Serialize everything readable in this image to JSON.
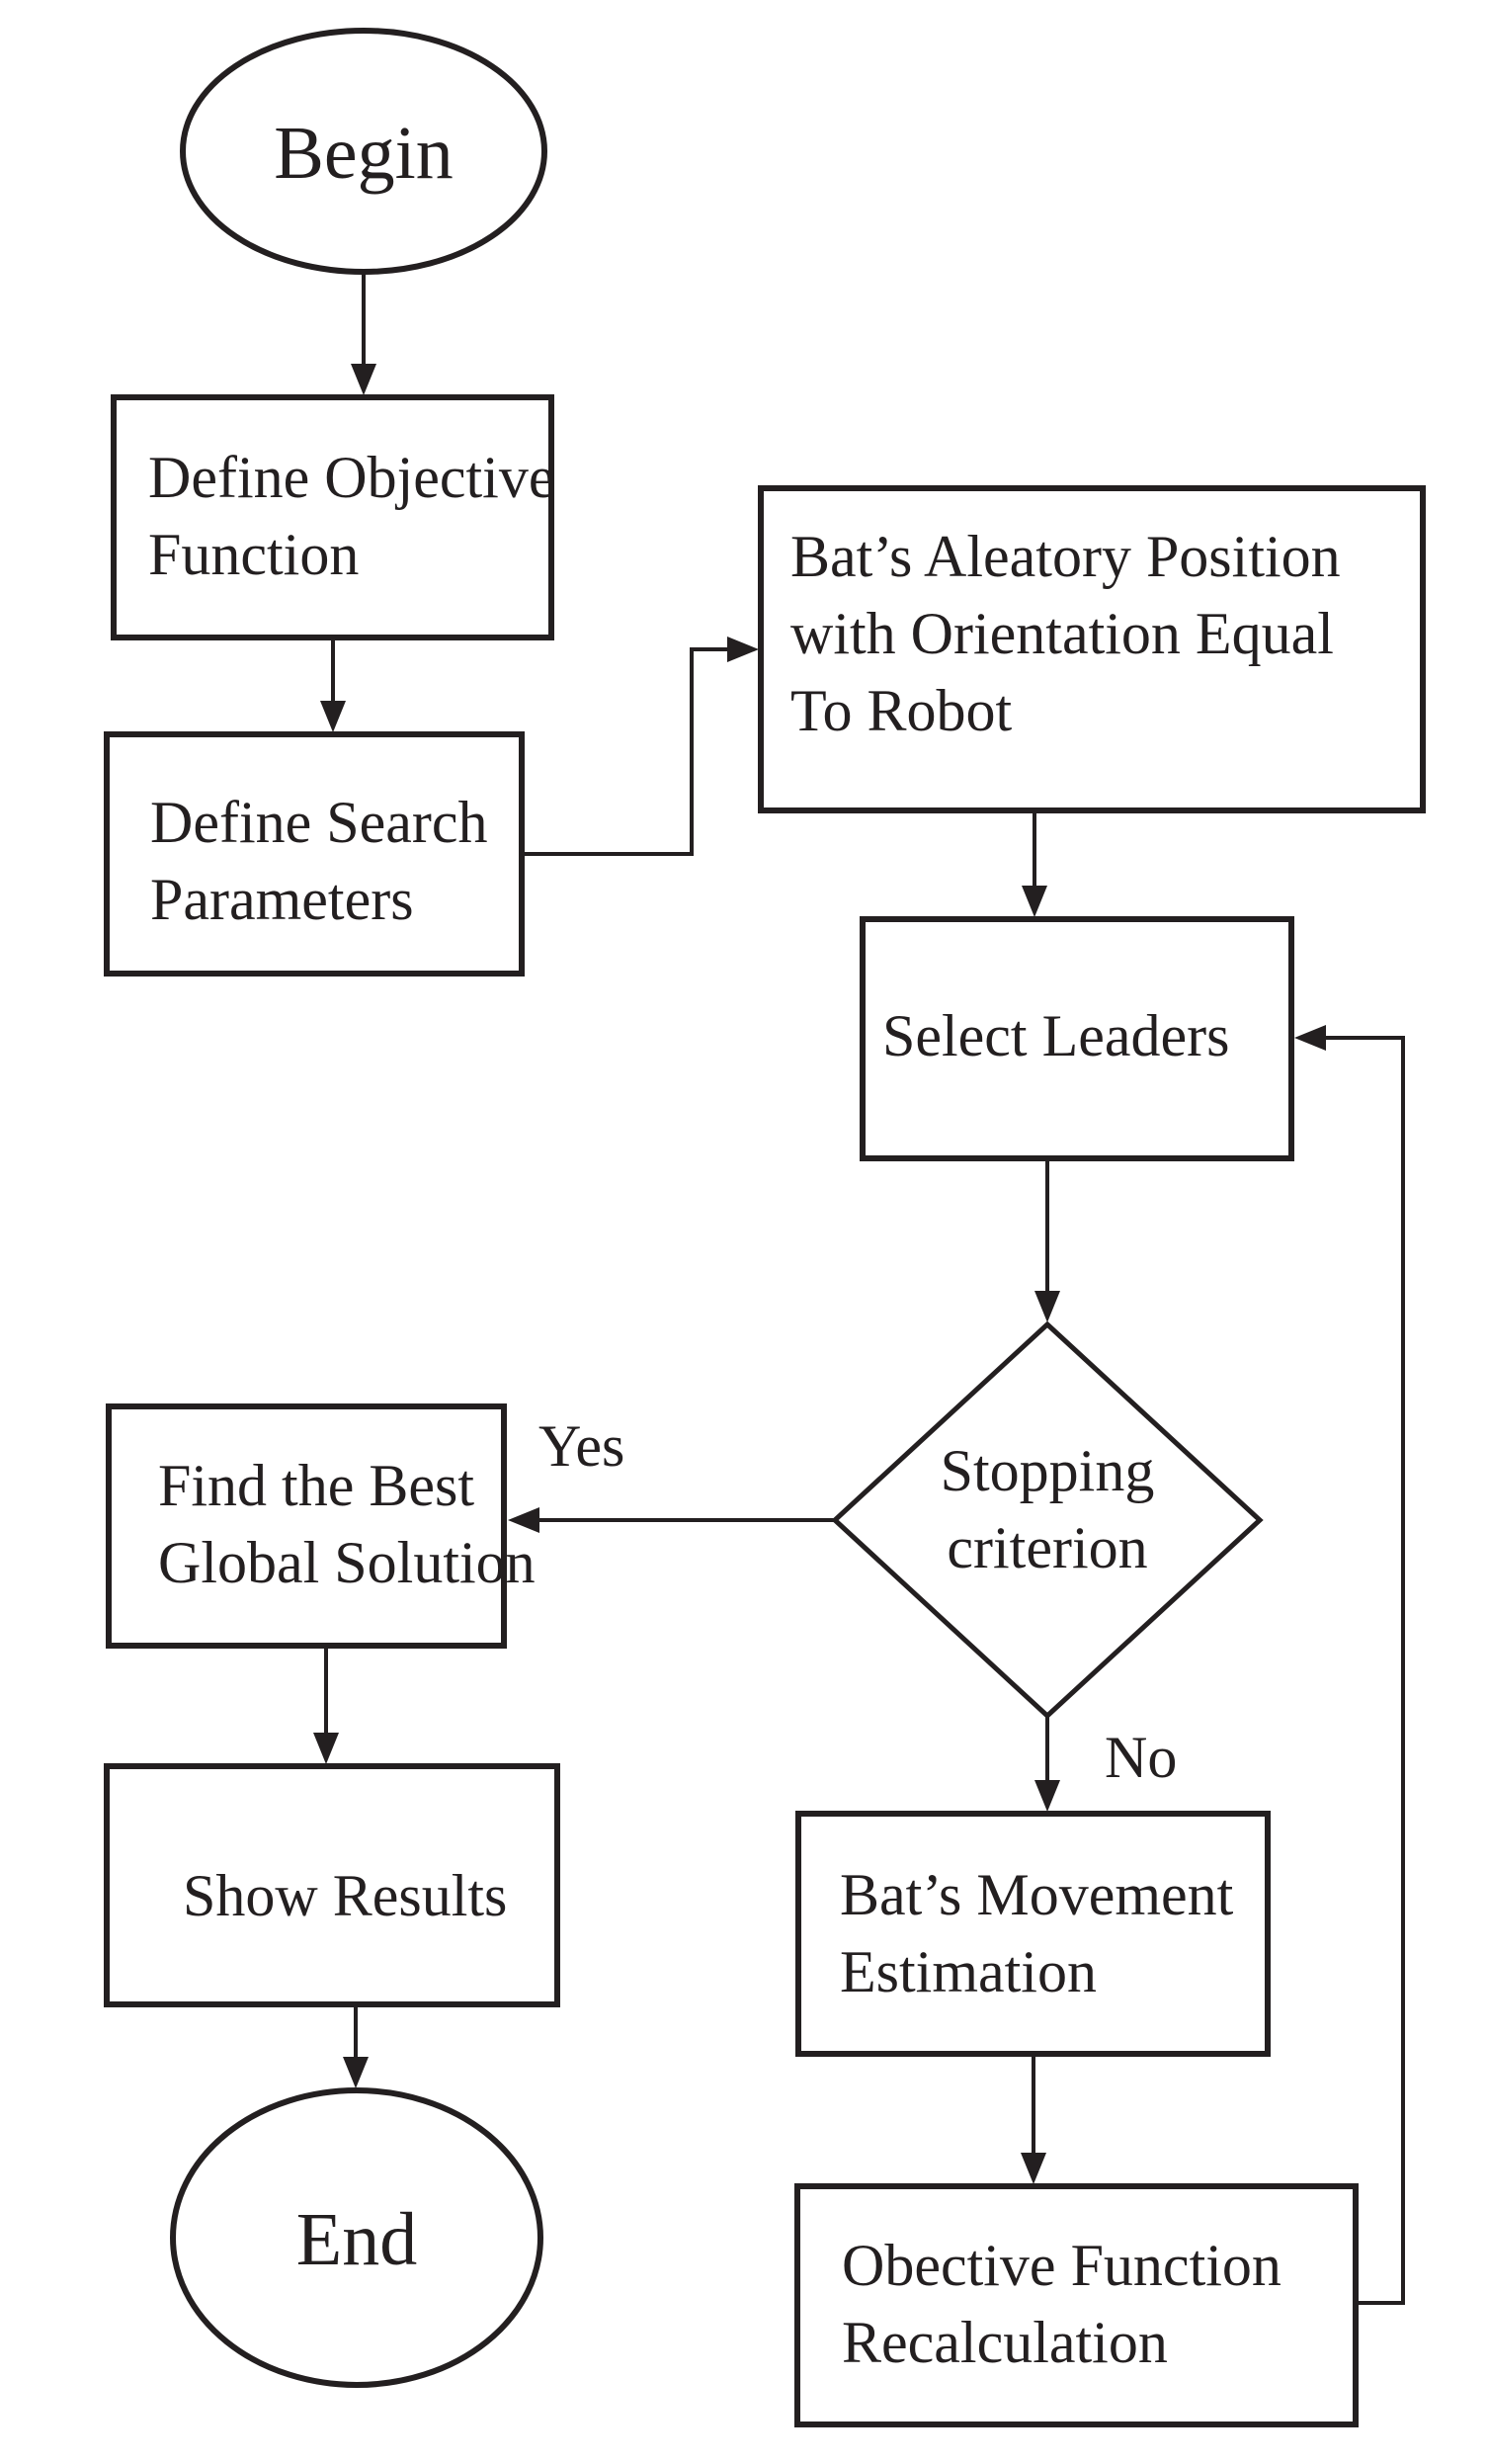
{
  "colors": {
    "stroke": "#231f20",
    "text": "#231f20",
    "background": "#ffffff"
  },
  "nodes": {
    "begin": {
      "type": "terminal",
      "label": "Begin"
    },
    "define_objective": {
      "type": "process",
      "lines": [
        "Define Objective",
        "Function"
      ]
    },
    "define_search": {
      "type": "process",
      "lines": [
        "Define Search",
        "Parameters"
      ]
    },
    "bats_aleatory": {
      "type": "process",
      "lines": [
        "Bat’s Aleatory Position",
        "with Orientation Equal",
        "To Robot"
      ]
    },
    "select_leaders": {
      "type": "process",
      "lines": [
        "Select Leaders"
      ]
    },
    "stopping_criterion": {
      "type": "decision",
      "lines": [
        "Stopping",
        "criterion"
      ]
    },
    "find_best": {
      "type": "process",
      "lines": [
        "Find the Best",
        "Global Solution"
      ]
    },
    "show_results": {
      "type": "process",
      "lines": [
        "Show Results"
      ]
    },
    "end": {
      "type": "terminal",
      "label": "End"
    },
    "bats_movement": {
      "type": "process",
      "lines": [
        "Bat’s Movement",
        "Estimation"
      ]
    },
    "objective_recalc": {
      "type": "process",
      "lines": [
        "Obective Function",
        "Recalculation"
      ]
    }
  },
  "edge_labels": {
    "yes": "Yes",
    "no": "No"
  }
}
